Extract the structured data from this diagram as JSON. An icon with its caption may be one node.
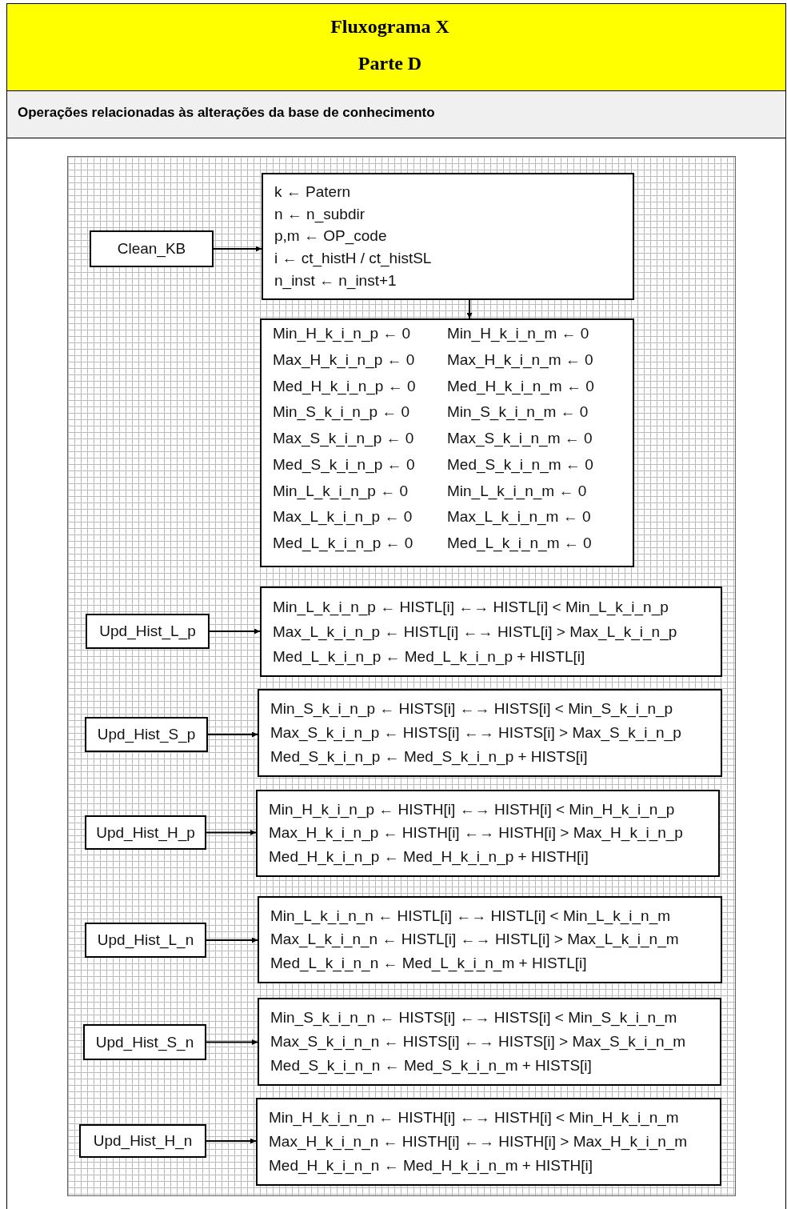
{
  "diagram": {
    "title": "Fluxograma X",
    "nodes": [
      {
        "text": [
          "Clean_KB"
        ]
      },
      {
        "text": [
          "k ← Patern",
          "n ← n_subdir",
          "p,m ← OP_code",
          "i ← ct_histH / ct_histSL",
          "n_inst ← n_inst+1"
        ]
      },
      {
        "text": [
          "Min_H_k_i_n_p ← 0",
          "Max_H_k_i_n_p ← 0",
          "Med_H_k_i_n_p ← 0",
          "Min_S_k_i_n_p ← 0",
          "Max_S_k_i_n_p ← 0",
          "Med_S_k_i_n_p ← 0",
          "Min_L_k_i_n_p ← 0",
          "Max_L_k_i_n_p ← 0",
          "Med_L_k_i_n_p ← 0",
          "Min_H_k_i_n_m ← 0",
          "Max_H_k_i_n_m ← 0",
          "Med_H_k_i_n_m ← 0",
          "Min_S_k_i_n_m ← 0",
          "Max_S_k_i_n_m ← 0",
          "Med_S_k_i_n_m ← 0",
          "Min_L_k_i_n_m ← 0",
          "Max_L_k_i_n_m ← 0",
          "Med_L_k_i_n_m ← 0"
        ]
      },
      {
        "text": [
          "Upd_Hist_L_p"
        ]
      },
      {
        "text": [
          "Min_L_k_i_n_p ← HISTL[i] ←→ HISTL[i] < Min_L_k_i_n_p",
          "Max_L_k_i_n_p ← HISTL[i] ←→ HISTL[i] > Max_L_k_i_n_p",
          "Med_L_k_i_n_p ← Med_L_k_i_n_p + HISTL[i]"
        ]
      },
      {
        "text": [
          "Upd_Hist_S_p"
        ]
      },
      {
        "text": [
          "Min_S_k_i_n_p ← HISTS[i] ←→ HISTS[i] < Min_S_k_i_n_p",
          "Max_S_k_i_n_p ← HISTS[i] ←→ HISTS[i] > Max_S_k_i_n_p",
          "Med_S_k_i_n_p ← Med_S_k_i_n_p + HISTS[i]"
        ]
      },
      {
        "text": [
          "Upd_Hist_H_p"
        ]
      },
      {
        "text": [
          "Min_H_k_i_n_p ← HISTH[i] ←→ HISTH[i] < Min_H_k_i_n_p",
          "Max_H_k_i_n_p ← HISTH[i] ←→ HISTH[i] > Max_H_k_i_n_p",
          "Med_H_k_i_n_p ← Med_H_k_i_n_p + HISTH[i]"
        ]
      },
      {
        "text": [
          "Upd_Hist_L_n"
        ]
      },
      {
        "text": [
          "Min_L_k_i_n_n ← HISTL[i] ←→ HISTL[i] < Min_L_k_i_n_m",
          "Max_L_k_i_n_n ← HISTL[i] ←→ HISTL[i] > Max_L_k_i_n_m",
          "Med_L_k_i_n_n ← Med_L_k_i_n_m + HISTL[i]"
        ]
      },
      {
        "text": [
          "Upd_Hist_S_n"
        ]
      },
      {
        "text": [
          "Min_S_k_i_n_n ← HISTS[i] ←→ HISTS[i] < Min_S_k_i_n_m",
          "Max_S_k_i_n_n ← HISTS[i] ←→ HISTS[i] > Max_S_k_i_n_m",
          "Med_S_k_i_n_n ← Med_S_k_i_n_m + HISTS[i]"
        ]
      },
      {
        "text": [
          "Upd_Hist_H_n"
        ]
      },
      {
        "text": [
          "Min_H_k_i_n_n ← HISTH[i] ←→ HISTH[i] < Min_H_k_i_n_m",
          "Max_H_k_i_n_n ← HISTH[i] ←→ HISTH[i] > Max_H_k_i_n_m",
          "Med_H_k_i_n_n ← Med_H_k_i_n_m + HISTH[i]"
        ]
      }
    ],
    "edges": [
      {
        "from": 0,
        "to": 1,
        "arrow": "to"
      },
      {
        "from": 1,
        "to": 2,
        "arrow": "to"
      },
      {
        "from": 3,
        "to": 4,
        "arrow": "to"
      },
      {
        "from": 5,
        "to": 6,
        "arrow": "to"
      },
      {
        "from": 7,
        "to": 8,
        "arrow": "to"
      },
      {
        "from": 9,
        "to": 10,
        "arrow": "to"
      },
      {
        "from": 11,
        "to": 12,
        "arrow": "to"
      },
      {
        "from": 13,
        "to": 14,
        "arrow": "to"
      }
    ],
    "labels": [
      "Parte D",
      "Operações relacionadas às alterações da base de conhecimento"
    ]
  }
}
